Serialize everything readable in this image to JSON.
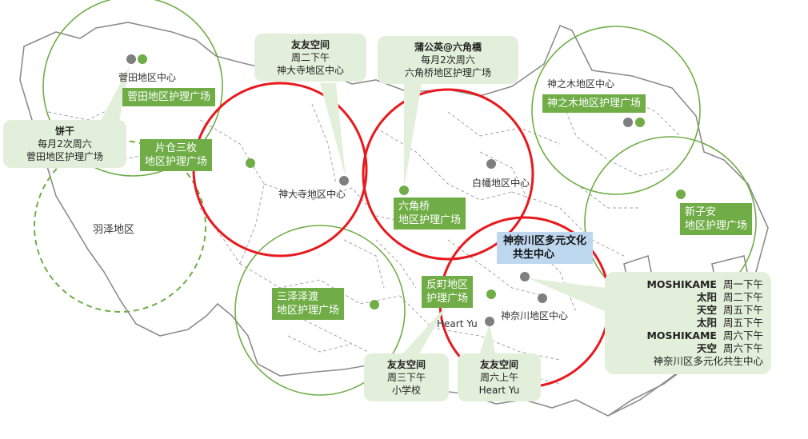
{
  "areas": {
    "sugata": "菅田地区中心",
    "hazawa": "羽泽地区",
    "kandaiji": "神大寺地区中心",
    "shirahata": "白幡地区中心",
    "kaminoki": "神之木地区中心",
    "kanagawa": "神奈川地区中心",
    "heartyu": "Heart Yu"
  },
  "plazas": {
    "sugata": "菅田地区护理广场",
    "katakura": [
      "片仓三枚",
      "地区护理广场"
    ],
    "rokkakubashi": [
      "六角桥",
      "地区护理广场"
    ],
    "kaminoki": "神之木地区护理广场",
    "shinkoyasu": [
      "新子安",
      "地区护理广场"
    ],
    "misawa": [
      "三泽泽渡",
      "地区护理广场"
    ],
    "tanmachi": [
      "反町地区",
      "护理广场"
    ]
  },
  "center": [
    "神奈川区多元文化",
    "共生中心"
  ],
  "callouts": {
    "yuyu_kandaiji": [
      "友友空间",
      "周二下午",
      "神大寺地区中心"
    ],
    "tanpopo": [
      "蒲公英@六角橋",
      "每月2次周六",
      "六角桥地区护理广场"
    ],
    "bingkan": [
      "饼干",
      "每月2次周六",
      "菅田地区护理广场"
    ],
    "yuyu_school": [
      "友友空间",
      "周三下午",
      "小学校"
    ],
    "yuyu_heartyu": [
      "友友空间",
      "周六上午",
      "Heart Yu"
    ]
  },
  "schedule": {
    "rows": [
      {
        "name": "MOSHIKAME",
        "time": "周一下午"
      },
      {
        "name": "太阳",
        "time": "周二下午"
      },
      {
        "name": "天空",
        "time": "周五下午"
      },
      {
        "name": "太阳",
        "time": "周五下午"
      },
      {
        "name": "MOSHIKAME",
        "time": "周六下午"
      },
      {
        "name": "天空",
        "time": "周六下午"
      }
    ],
    "footer": "神奈川区多元化共生中心"
  },
  "colors": {
    "plaza_green": "#70ad47",
    "callout_bg": "#e2efda",
    "center_blue": "#bdd7ee",
    "radius_red": "#e8191e",
    "area_gray": "#7f7f7f"
  }
}
